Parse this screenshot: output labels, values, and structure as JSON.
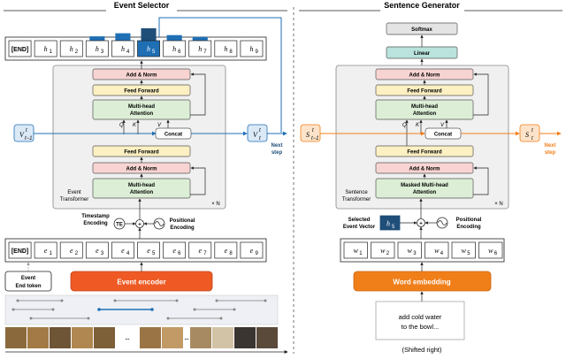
{
  "titles": {
    "left": "Event Selector",
    "right": "Sentence Generator"
  },
  "selector": {
    "top_tokens": [
      "[END]",
      "h1",
      "h2",
      "h3",
      "h4",
      "h5",
      "h6",
      "h7",
      "h8",
      "h9"
    ],
    "top_token_sub": [
      "",
      "1",
      "2",
      "3",
      "4",
      "5",
      "6",
      "7",
      "8",
      "9"
    ],
    "attention_bars": [
      0.0,
      0.0,
      0.0,
      0.35,
      0.6,
      1.0,
      0.45,
      0.3,
      0.0,
      0.0
    ],
    "add_norm": "Add & Norm",
    "feed_forward": "Feed Forward",
    "multihead": [
      "Multi-head",
      "Attention"
    ],
    "concat": "Concat",
    "q": "Q",
    "k": "K",
    "v": "V",
    "event_transformer": [
      "Event",
      "Transformer"
    ],
    "times_n": "× N",
    "v_prev": "V",
    "v_prev_sup": "t",
    "v_prev_sub": "t−1",
    "v_cur": "V",
    "v_cur_sup": "t",
    "v_cur_sub": "t",
    "next_step": [
      "Next",
      "step"
    ],
    "timestamp_encoding": [
      "Timestamp",
      "Encoding"
    ],
    "te": "TE",
    "positional_encoding": [
      "Positional",
      "Encoding"
    ],
    "event_tokens": [
      "[END]",
      "e1",
      "e2",
      "e3",
      "e4",
      "e5",
      "e6",
      "e7",
      "e8",
      "e9"
    ],
    "event_end_token": [
      "Event",
      "End token"
    ],
    "event_encoder": "Event encoder",
    "dots": "..."
  },
  "generator": {
    "softmax": "Softmax",
    "linear": "Linear",
    "add_norm": "Add & Norm",
    "feed_forward": "Feed Forward",
    "multihead": [
      "Multi-head",
      "Attention"
    ],
    "masked_multihead": [
      "Masked Multi-head",
      "Attention"
    ],
    "concat": "Concat",
    "q": "Q",
    "k": "K",
    "v": "V",
    "sentence_transformer": [
      "Sentence",
      "Transformer"
    ],
    "times_n": "× N",
    "s_prev": "S",
    "s_prev_sup": "t",
    "s_prev_sub": "t−1",
    "s_cur": "S",
    "s_cur_sup": "t",
    "s_cur_sub": "t",
    "next_step": [
      "Next",
      "step"
    ],
    "selected_event_vector": [
      "Selected",
      "Event Vector"
    ],
    "h5": "h",
    "h5_sub": "5",
    "positional_encoding": [
      "Positional",
      "Encoding"
    ],
    "word_tokens": [
      "w1",
      "w2",
      "w3",
      "w4",
      "w5",
      "w6"
    ],
    "word_embedding": "Word embedding",
    "input_text": [
      "add cold water",
      "to the bowl..."
    ],
    "shifted_right": "(Shifted right)"
  },
  "colors": {
    "blue": "#1f6fb5",
    "dark_blue": "#1f4e79",
    "orange": "#f07f1a",
    "encoder_orange": "#ef5a24",
    "add_norm_fill": "#f7d4d2",
    "feed_forward_fill": "#fdf0c2",
    "attention_fill": "#dcefd6",
    "linear_fill": "#b9e3dc",
    "softmax_fill": "#e4e4e4",
    "panel_fill": "#f0f0f0"
  }
}
